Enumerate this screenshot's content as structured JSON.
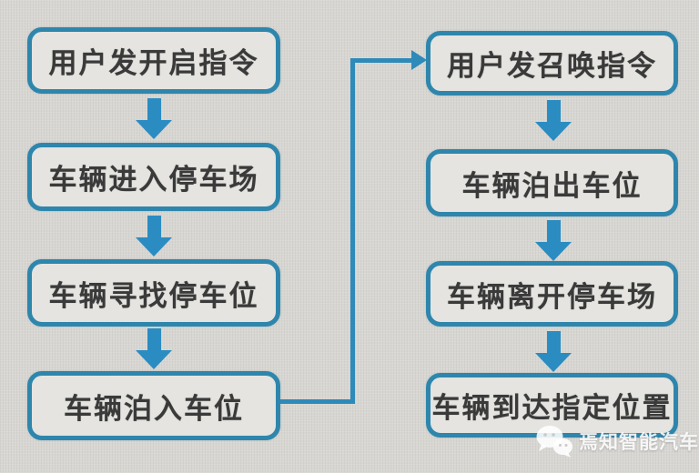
{
  "flow": {
    "left_nodes": [
      {
        "label": "用户发开启指令"
      },
      {
        "label": "车辆进入停车场"
      },
      {
        "label": "车辆寻找停车位"
      },
      {
        "label": "车辆泊入车位"
      }
    ],
    "right_nodes": [
      {
        "label": "用户发召唤指令"
      },
      {
        "label": "车辆泊出车位"
      },
      {
        "label": "车辆离开停车场"
      },
      {
        "label": "车辆到达指定位置"
      }
    ],
    "edges": [
      {
        "from": "用户发开启指令",
        "to": "车辆进入停车场"
      },
      {
        "from": "车辆进入停车场",
        "to": "车辆寻找停车位"
      },
      {
        "from": "车辆寻找停车位",
        "to": "车辆泊入车位"
      },
      {
        "from": "车辆泊入车位",
        "to": "用户发召唤指令"
      },
      {
        "from": "用户发召唤指令",
        "to": "车辆泊出车位"
      },
      {
        "from": "车辆泊出车位",
        "to": "车辆离开停车场"
      },
      {
        "from": "车辆离开停车场",
        "to": "车辆到达指定位置"
      }
    ]
  },
  "colors": {
    "background": "#d7d6d2",
    "node_fill": "#e5e4e0",
    "node_border": "#2e86ad",
    "arrow": "#2b8cc2",
    "connector": "#2e8ab8",
    "text": "#3a3a3a",
    "watermark_text": "#ffffff"
  },
  "watermark": {
    "icon": "wechat-icon",
    "text": "焉知智能汽车"
  }
}
